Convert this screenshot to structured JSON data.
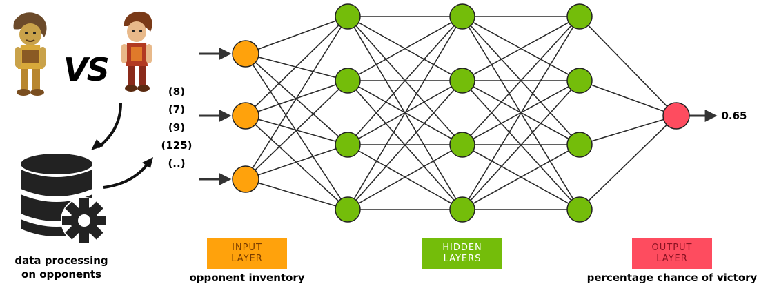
{
  "vs_label": "VS",
  "input_values": [
    "(8)",
    "(7)",
    "(9)",
    "(125)",
    "(..)"
  ],
  "data_processing_caption": [
    "data processing",
    "on opponents"
  ],
  "output_value": "0.65",
  "layers": {
    "input": {
      "label": [
        "INPUT",
        "LAYER"
      ],
      "caption": "opponent inventory",
      "color": "#FFA20C"
    },
    "hidden": {
      "label": [
        "HIDDEN",
        "LAYERS"
      ],
      "caption": "",
      "color": "#74BD0A"
    },
    "output": {
      "label": [
        "OUTPUT",
        "LAYER"
      ],
      "caption": "percentage chance of victory",
      "color": "#FE4C5F"
    }
  },
  "network": {
    "neurons_per_layer": [
      3,
      4,
      4,
      4,
      1
    ]
  },
  "icons": [
    "character-left-illustration",
    "character-right-illustration",
    "database-icon",
    "gear-icon",
    "arrow-icon"
  ]
}
